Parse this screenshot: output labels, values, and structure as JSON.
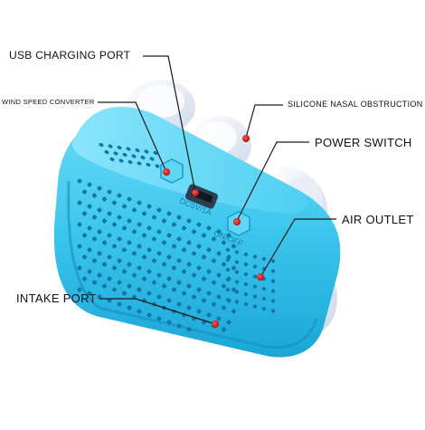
{
  "labels": {
    "usb_charging_port": "USB CHARGING PORT",
    "wind_speed_converter": "WIND SPEED CONVERTER",
    "silicone_nasal_obstruction": "SILICONE NASAL OBSTRUCTION",
    "power_switch": "POWER SWITCH",
    "air_outlet": "AIR OUTLET",
    "intake_port": "INTAKE PORT"
  },
  "device_text": {
    "dc_rating": "DC5V/1A",
    "on_off": "ON/OFF"
  },
  "colors": {
    "body_blue": "#3dc8ee",
    "silicone_white": "#eef3fb",
    "marker_red": "#d21a1a",
    "leader_line": "#1a1a1a"
  }
}
